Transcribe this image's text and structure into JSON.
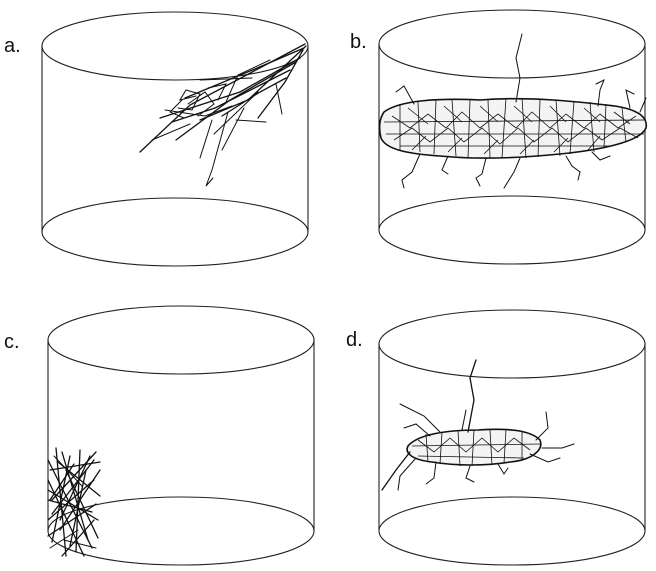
{
  "panels": [
    {
      "id": "a",
      "label": "a."
    },
    {
      "id": "b",
      "label": "b."
    },
    {
      "id": "c",
      "label": "c."
    },
    {
      "id": "d",
      "label": "d."
    }
  ]
}
